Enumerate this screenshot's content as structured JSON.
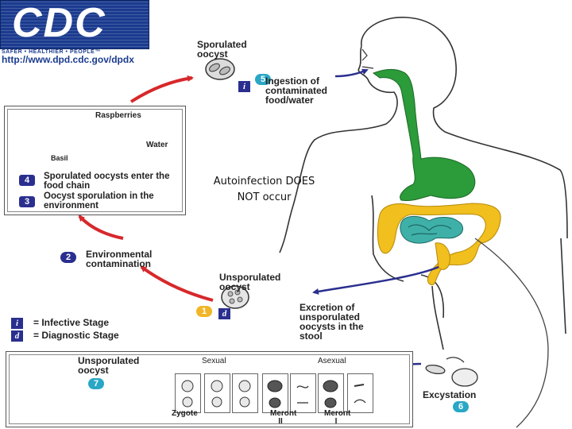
{
  "logo": {
    "text": "CDC",
    "tagline": "SAFER • HEALTHIER • PEOPLE™",
    "url": "http://www.dpd.cdc.gov/dpdx"
  },
  "stages": {
    "s1": {
      "num": "1",
      "title": "Unsporulated oocyst",
      "text": "Excretion of unsporulated oocysts in the stool"
    },
    "s2": {
      "num": "2",
      "text": "Environmental contamination"
    },
    "s3": {
      "num": "3",
      "text": "Oocyst sporulation in the environment"
    },
    "s4": {
      "num": "4",
      "text": "Sporulated oocysts enter the food chain"
    },
    "s5": {
      "num": "5",
      "title": "Sporulated oocyst",
      "text": "Ingestion of contaminated food/water"
    },
    "s6": {
      "num": "6",
      "text": "Excystation"
    },
    "s7": {
      "num": "7",
      "text": "Unsporulated oocyst"
    }
  },
  "food": {
    "raspberries": "Raspberries",
    "water": "Water",
    "basil": "Basil"
  },
  "legend": {
    "infective_sym": "i",
    "infective_text": "= Infective Stage",
    "diagnostic_sym": "d",
    "diagnostic_text": "= Diagnostic Stage"
  },
  "development": {
    "sexual": "Sexual",
    "asexual": "Asexual",
    "zygote": "Zygote",
    "meront2": "Meront II",
    "meront1": "Meront I"
  },
  "annotation": {
    "line1": "Autoinfection DOES",
    "line2": "NOT occur"
  },
  "colors": {
    "stage_num": "#2aa7c5",
    "stage1": "#f1b627",
    "marker": "#2a2f8f",
    "arrow": "#d7282b",
    "gut": "#2c9b3a",
    "colon": "#f1bf1e",
    "intestine": "#3fb0a8"
  }
}
